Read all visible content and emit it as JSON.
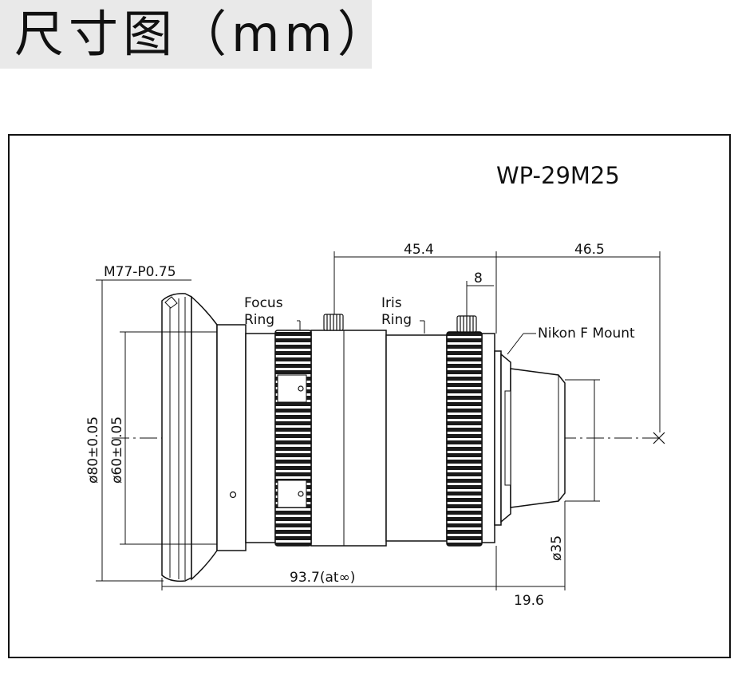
{
  "title": "尺寸图（mm）",
  "model": "WP-29M25",
  "labels": {
    "thread": "M77-P0.75",
    "focus_ring_1": "Focus",
    "focus_ring_2": "Ring",
    "iris_ring_1": "Iris",
    "iris_ring_2": "Ring",
    "mount": "Nikon F Mount"
  },
  "dimensions": {
    "d80": "ø80±0.05",
    "d60": "ø60±0.05",
    "d35": "ø35",
    "len_454": "45.4",
    "len_465": "46.5",
    "len_8": "8",
    "len_937": "93.7(at∞)",
    "len_196": "19.6"
  }
}
